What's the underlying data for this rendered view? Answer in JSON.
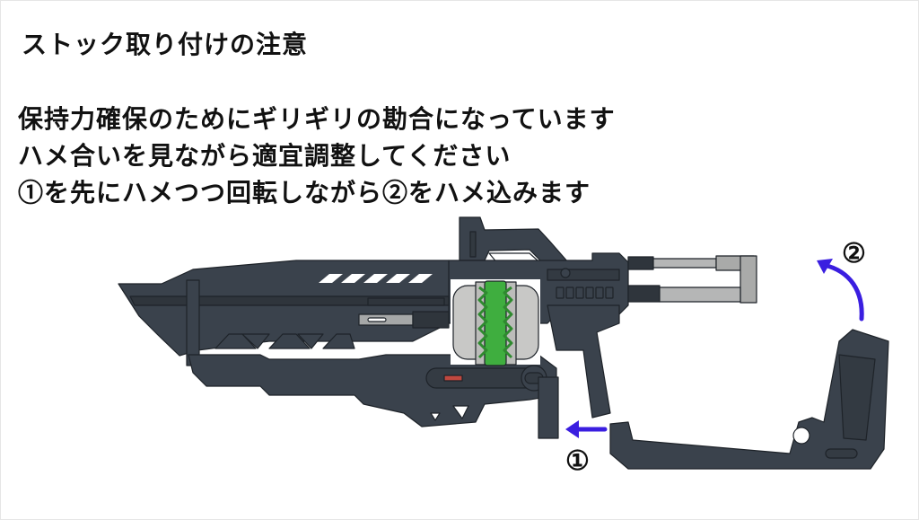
{
  "document": {
    "title": "ストック取り付けの注意",
    "lines": [
      "保持力確保のためにギリギリの勘合になっています",
      "ハメ合いを見ながら適宜調整してください",
      "①を先にハメつつ回転しながら②をハメ込みます"
    ]
  },
  "illustration": {
    "subject": "blaster-with-detachable-stock",
    "steps": [
      {
        "label": "①",
        "arrow": "left",
        "description": "insert stock tip first"
      },
      {
        "label": "②",
        "arrow": "curved-up-left",
        "description": "rotate stock into place"
      }
    ],
    "colors": {
      "body": "#3a424c",
      "body_outline": "#1e2329",
      "barrel_gray": "#a6a8a8",
      "drum_gray": "#c8c8c6",
      "drum_green": "#3fae3f",
      "accent_red": "#c0483f",
      "arrow": "#3a1ee0",
      "background": "#ffffff"
    }
  }
}
